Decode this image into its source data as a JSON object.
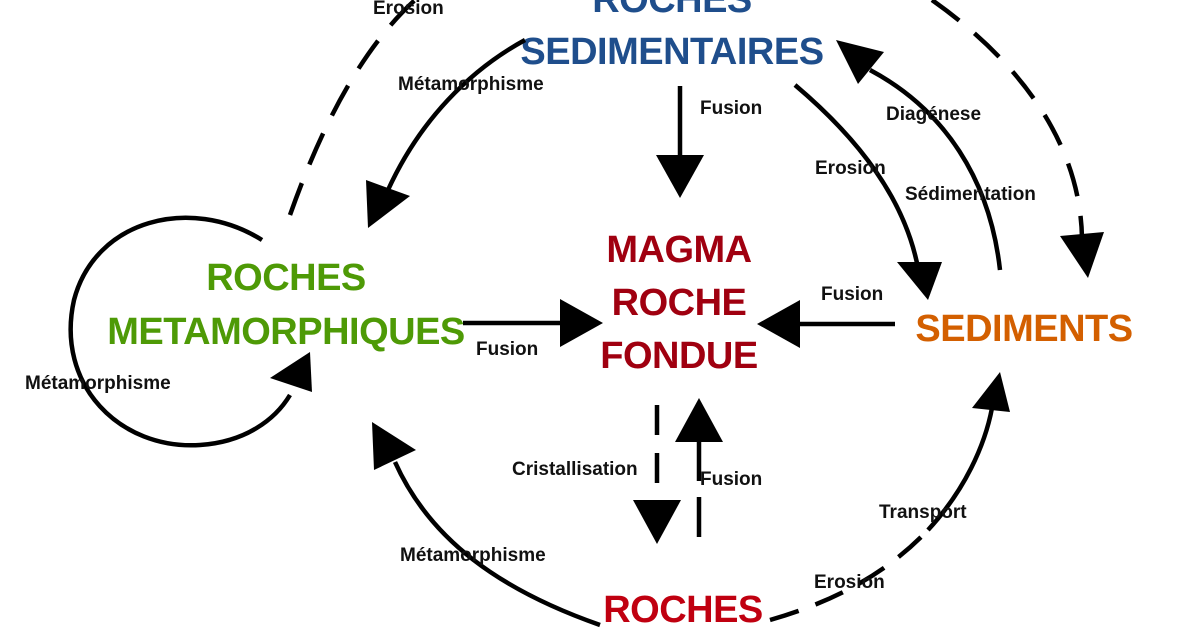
{
  "colors": {
    "sedimentaires": "#1f4e8c",
    "metamorphiques": "#4e9a06",
    "magma": "#a00010",
    "sediments": "#d35f00",
    "magmatiques": "#c00010",
    "arrow": "#000000"
  },
  "nodes": {
    "sedimentaires": {
      "line1": "ROCHES",
      "line2": "SEDIMENTAIRES"
    },
    "metamorphiques": {
      "line1": "ROCHES",
      "line2": "METAMORPHIQUES"
    },
    "magma": {
      "line1": "MAGMA",
      "line2": "ROCHE",
      "line3": "FONDUE"
    },
    "sediments": {
      "line1": "SEDIMENTS"
    },
    "magmatiques": {
      "line1": "ROCHES"
    }
  },
  "edges": {
    "erosion_top_left": "Erosion",
    "metamorphisme_top": "Métamorphisme",
    "fusion_top": "Fusion",
    "diagenese": "Diagénese",
    "erosion_right": "Erosion",
    "sedimentation": "Sédimentation",
    "fusion_right": "Fusion",
    "fusion_left": "Fusion",
    "metamorphisme_self": "Métamorphisme",
    "cristallisation": "Cristallisation",
    "fusion_bottom": "Fusion",
    "transport": "Transport",
    "metamorphisme_bottom": "Métamorphisme",
    "erosion_bottom": "Erosion"
  }
}
